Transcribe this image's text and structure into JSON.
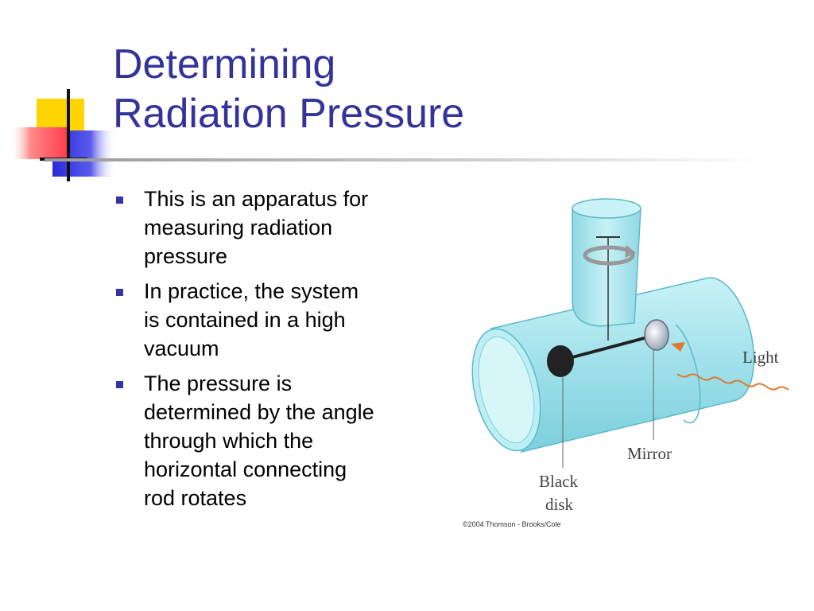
{
  "slide": {
    "title_lines": [
      "Determining",
      "Radiation Pressure"
    ],
    "bullets": [
      [
        "This is an apparatus for",
        "measuring radiation",
        "pressure"
      ],
      [
        "In practice, the system",
        "is contained in a high",
        "vacuum"
      ],
      [
        "The pressure is",
        "determined by the angle",
        "through which the",
        "horizontal connecting",
        "rod rotates"
      ]
    ]
  },
  "figure": {
    "labels": {
      "light": "Light",
      "mirror": "Mirror",
      "black_disk_line1": "Black",
      "black_disk_line2": "disk"
    },
    "credit": "©2004 Thomson - Brooks/Cole"
  },
  "colors": {
    "title": "#333399",
    "bullet_marker": "#3333aa",
    "deco_yellow": "#ffd400",
    "deco_blue": "#3333dd",
    "deco_red": "#ff4455",
    "tube_fill": "#a8e6ee",
    "arrow": "#e07a2a"
  }
}
